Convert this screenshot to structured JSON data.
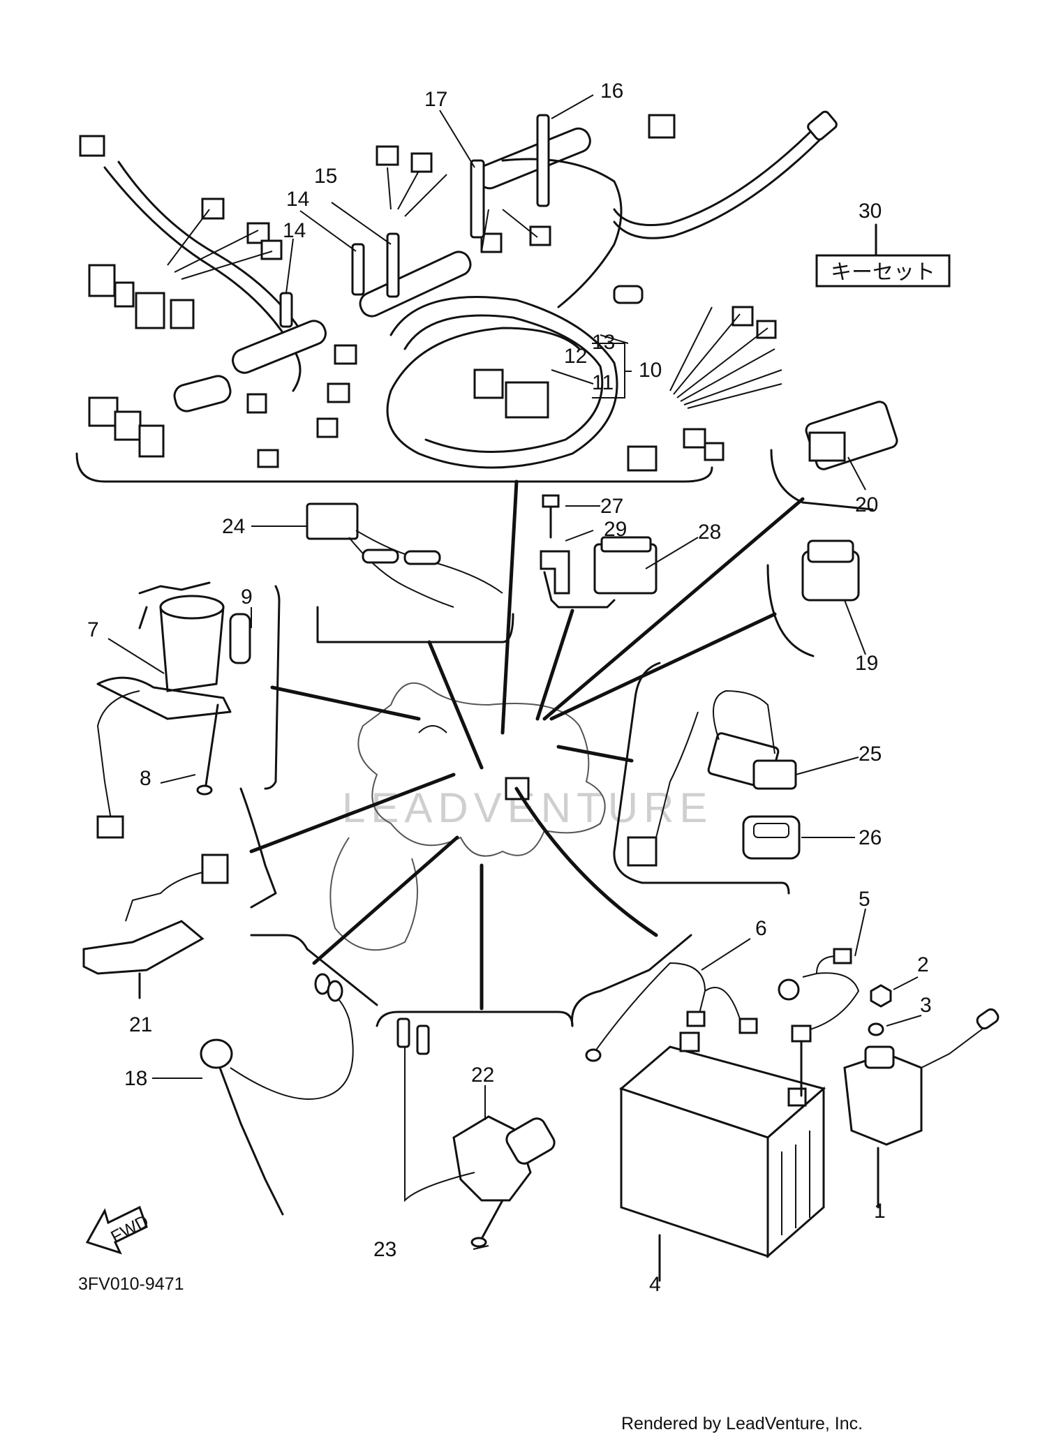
{
  "diagram": {
    "part_code": "3FV010-9471",
    "watermark": "LEADVENTURE",
    "footer": "Rendered by LeadVenture, Inc.",
    "key_set_label": "キーセット",
    "fwd_label": "FWD",
    "callouts": [
      {
        "id": "c1",
        "label": "1"
      },
      {
        "id": "c2",
        "label": "2"
      },
      {
        "id": "c3",
        "label": "3"
      },
      {
        "id": "c4",
        "label": "4"
      },
      {
        "id": "c5",
        "label": "5"
      },
      {
        "id": "c6",
        "label": "6"
      },
      {
        "id": "c7",
        "label": "7"
      },
      {
        "id": "c8",
        "label": "8"
      },
      {
        "id": "c9",
        "label": "9"
      },
      {
        "id": "c10",
        "label": "10"
      },
      {
        "id": "c11",
        "label": "11"
      },
      {
        "id": "c12",
        "label": "12"
      },
      {
        "id": "c13",
        "label": "13"
      },
      {
        "id": "c14a",
        "label": "14"
      },
      {
        "id": "c14b",
        "label": "14"
      },
      {
        "id": "c15",
        "label": "15"
      },
      {
        "id": "c16",
        "label": "16"
      },
      {
        "id": "c17",
        "label": "17"
      },
      {
        "id": "c18",
        "label": "18"
      },
      {
        "id": "c19",
        "label": "19"
      },
      {
        "id": "c20",
        "label": "20"
      },
      {
        "id": "c21",
        "label": "21"
      },
      {
        "id": "c22",
        "label": "22"
      },
      {
        "id": "c23",
        "label": "23"
      },
      {
        "id": "c24",
        "label": "24"
      },
      {
        "id": "c25",
        "label": "25"
      },
      {
        "id": "c26",
        "label": "26"
      },
      {
        "id": "c27",
        "label": "27"
      },
      {
        "id": "c28",
        "label": "28"
      },
      {
        "id": "c29",
        "label": "29"
      },
      {
        "id": "c30",
        "label": "30"
      }
    ]
  }
}
